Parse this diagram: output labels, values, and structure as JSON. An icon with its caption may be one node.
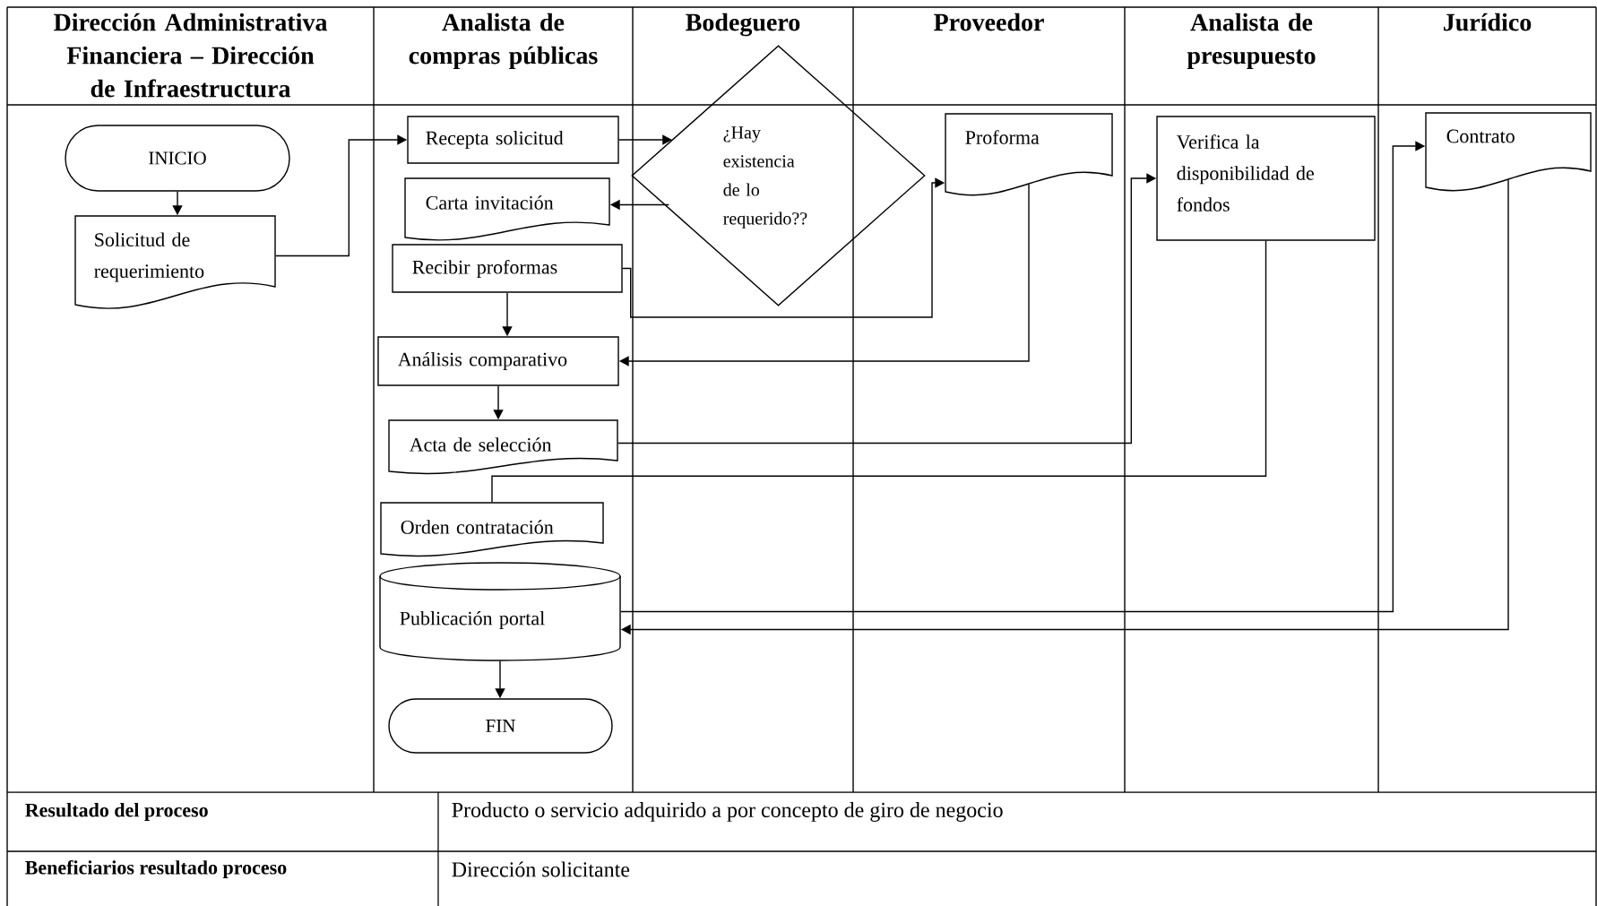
{
  "diagram": {
    "nodes": [
      {
        "text": [
          "INICIO"
        ]
      },
      {
        "text": [
          "Solicitud de requerimiento"
        ]
      },
      {
        "text": [
          "Recepta solicitud"
        ]
      },
      {
        "text": [
          "Carta invitación"
        ]
      },
      {
        "text": [
          "Recibir proformas"
        ]
      },
      {
        "text": [
          "¿Hay existencia de lo requerido??"
        ]
      },
      {
        "text": [
          "Proforma"
        ]
      },
      {
        "text": [
          "Verifica la disponibilidad de fondos"
        ]
      },
      {
        "text": [
          "Contrato"
        ]
      },
      {
        "text": [
          "Análisis comparativo"
        ]
      },
      {
        "text": [
          "Acta de selección"
        ]
      },
      {
        "text": [
          "Orden contratación"
        ]
      },
      {
        "text": [
          "Publicación portal"
        ]
      },
      {
        "text": [
          "FIN"
        ]
      }
    ],
    "edges": [
      {
        "from": 0,
        "to": 1,
        "arrow": "to"
      },
      {
        "from": 1,
        "to": 2,
        "arrow": "to"
      },
      {
        "from": 2,
        "to": 5,
        "arrow": "to"
      },
      {
        "from": 5,
        "to": 3,
        "arrow": "to"
      },
      {
        "from": 4,
        "to": 6,
        "arrow": "to"
      },
      {
        "from": 6,
        "to": 9,
        "arrow": "to"
      },
      {
        "from": 10,
        "to": 7,
        "arrow": "to"
      },
      {
        "from": 7,
        "to": 11,
        "arrow": "none"
      },
      {
        "from": 12,
        "to": 8,
        "arrow": "to"
      },
      {
        "from": 8,
        "to": 12,
        "arrow": "to"
      },
      {
        "from": 4,
        "to": 9,
        "arrow": "to"
      },
      {
        "from": 9,
        "to": 10,
        "arrow": "to"
      },
      {
        "from": 12,
        "to": 13,
        "arrow": "to"
      }
    ],
    "labels": [
      "Dirección Administrativa Financiera – Dirección de Infraestructura",
      "Analista de compras públicas",
      "Bodeguero",
      "Proveedor",
      "Analista de presupuesto",
      "Jurídico",
      "Resultado del proceso",
      "Producto o servicio adquirido a por concepto de giro de negocio",
      "Beneficiarios resultado proceso",
      "Dirección solicitante"
    ]
  }
}
